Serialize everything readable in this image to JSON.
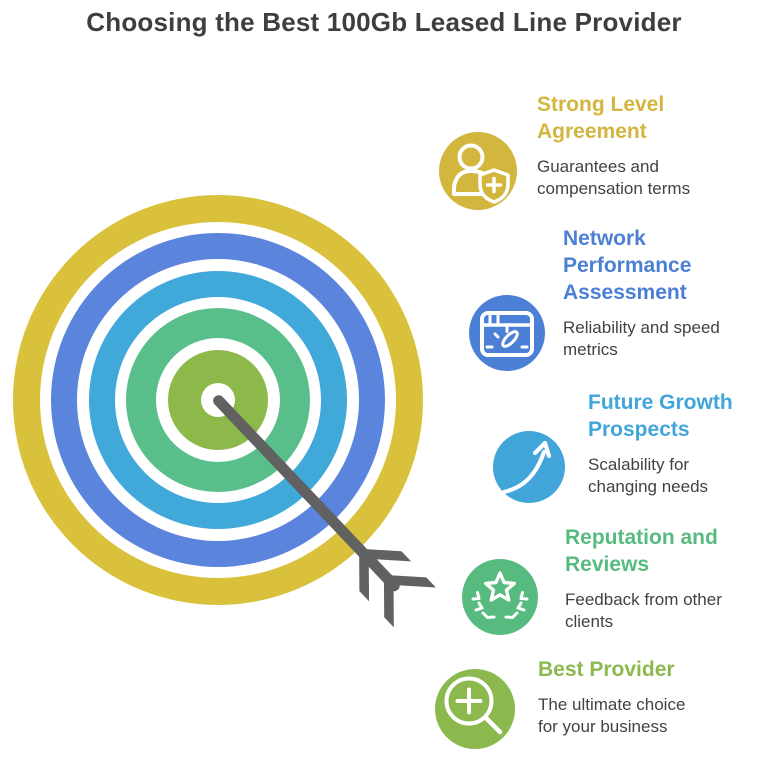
{
  "title": "Choosing the Best 100Gb Leased Line Provider",
  "title_color": "#3e3e3e",
  "desc_color": "#424242",
  "items": [
    {
      "heading_lines": [
        "Strong Level",
        "Agreement"
      ],
      "desc_lines": [
        "Guarantees and",
        "compensation terms"
      ],
      "color": "#d2b63d",
      "icon": "user-shield-plus"
    },
    {
      "heading_lines": [
        "Network",
        "Performance",
        "Assessment"
      ],
      "desc_lines": [
        "Reliability and speed",
        "metrics"
      ],
      "color": "#4b80d6",
      "icon": "speedometer-browser"
    },
    {
      "heading_lines": [
        "Future Growth",
        "Prospects"
      ],
      "desc_lines": [
        "Scalability for",
        "changing needs"
      ],
      "color": "#41a5d9",
      "icon": "growth-arrow"
    },
    {
      "heading_lines": [
        "Reputation and",
        "Reviews"
      ],
      "desc_lines": [
        "Feedback from other",
        "clients"
      ],
      "color": "#57bb80",
      "icon": "star-laurel"
    },
    {
      "heading_lines": [
        "Best Provider"
      ],
      "desc_lines": [
        "The ultimate choice",
        "for your business"
      ],
      "color": "#8bb94d",
      "icon": "magnifier-plus"
    }
  ],
  "target": {
    "description": "bullseye target hit by arrow",
    "ring_colors": [
      "#d9c13c",
      "#5b84dc",
      "#41a8da",
      "#58bf8a",
      "#8db84a"
    ],
    "arrow_color": "#616161"
  }
}
